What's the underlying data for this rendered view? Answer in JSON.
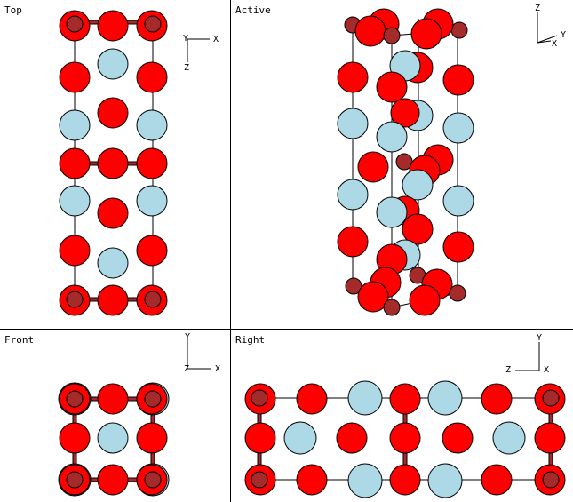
{
  "viewports": {
    "top": {
      "label": "Top",
      "axes": [
        "Y",
        "X",
        "Z"
      ]
    },
    "active": {
      "label": "Active",
      "axes": [
        "Z",
        "Y",
        "X"
      ]
    },
    "front": {
      "label": "Front",
      "axes": [
        "Y",
        "Z",
        "X"
      ]
    },
    "right": {
      "label": "Right",
      "axes": [
        "Y",
        "Z",
        "X"
      ]
    }
  },
  "colors": {
    "oxygen": "#ff0000",
    "metal_light": "#add8e6",
    "metal_dark": "#a52a2a",
    "outline": "#000000",
    "background": "#ffffff"
  }
}
